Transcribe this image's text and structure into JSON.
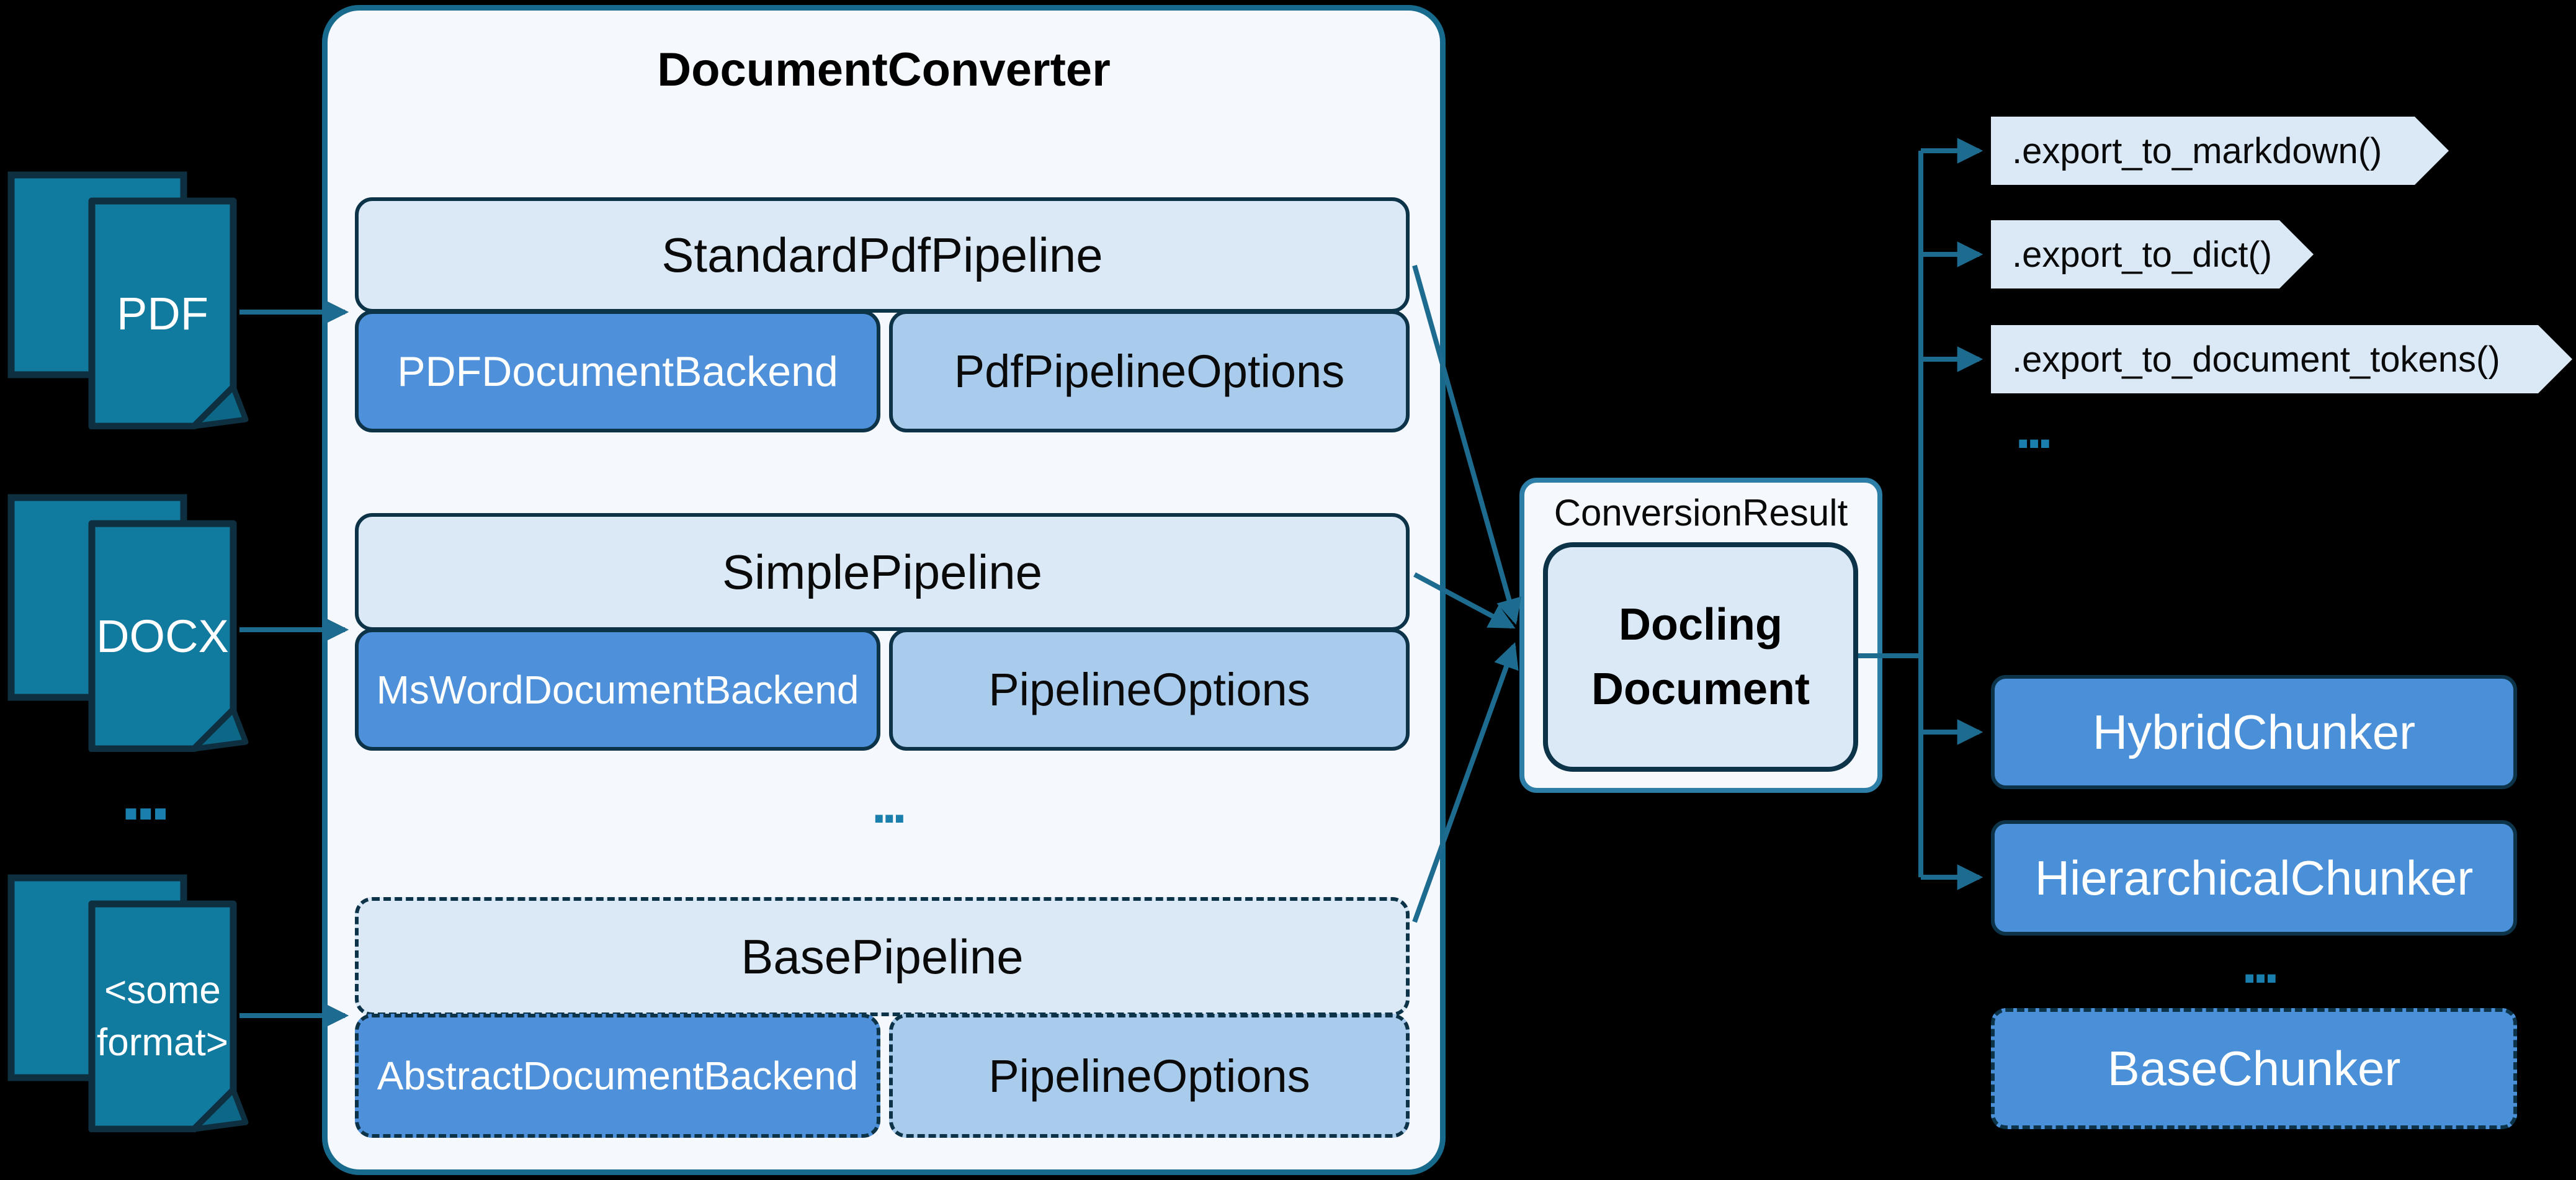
{
  "converter": {
    "title": "DocumentConverter",
    "ellipsis": "..."
  },
  "inputs": {
    "pdf": "PDF",
    "docx": "DOCX",
    "ellipsis": "...",
    "other": "<some\nformat>"
  },
  "pipelines": [
    {
      "name": "StandardPdfPipeline",
      "backend": "PDFDocumentBackend",
      "options": "PdfPipelineOptions"
    },
    {
      "name": "SimplePipeline",
      "backend": "MsWordDocumentBackend",
      "options": "PipelineOptions"
    },
    {
      "name": "BasePipeline",
      "backend": "AbstractDocumentBackend",
      "options": "PipelineOptions"
    }
  ],
  "result": {
    "label": "ConversionResult",
    "document": "Docling\nDocument"
  },
  "exports": {
    "items": [
      ".export_to_markdown()",
      ".export_to_dict()",
      ".export_to_document_tokens()"
    ],
    "ellipsis": "..."
  },
  "chunkers": {
    "items": [
      {
        "label": "HybridChunker"
      },
      {
        "label": "HierarchicalChunker"
      },
      {
        "label": "BaseChunker"
      }
    ],
    "ellipsis": "..."
  },
  "colors": {
    "background": "#000000",
    "line_teal": "#1e6b90",
    "document_icon_fill": "#117a9f",
    "dark_navy_border": "#0d3349",
    "panel_fill": "#f5f8fd",
    "panel_border": "#176a8c",
    "light_blue_fill": "#dbe9f6",
    "backend_blue": "#4e90d9",
    "options_blue": "#a9cced",
    "chunker_blue": "#4a90d8",
    "result_border": "#2d7ea6",
    "dots_teal": "#1a7fad"
  }
}
